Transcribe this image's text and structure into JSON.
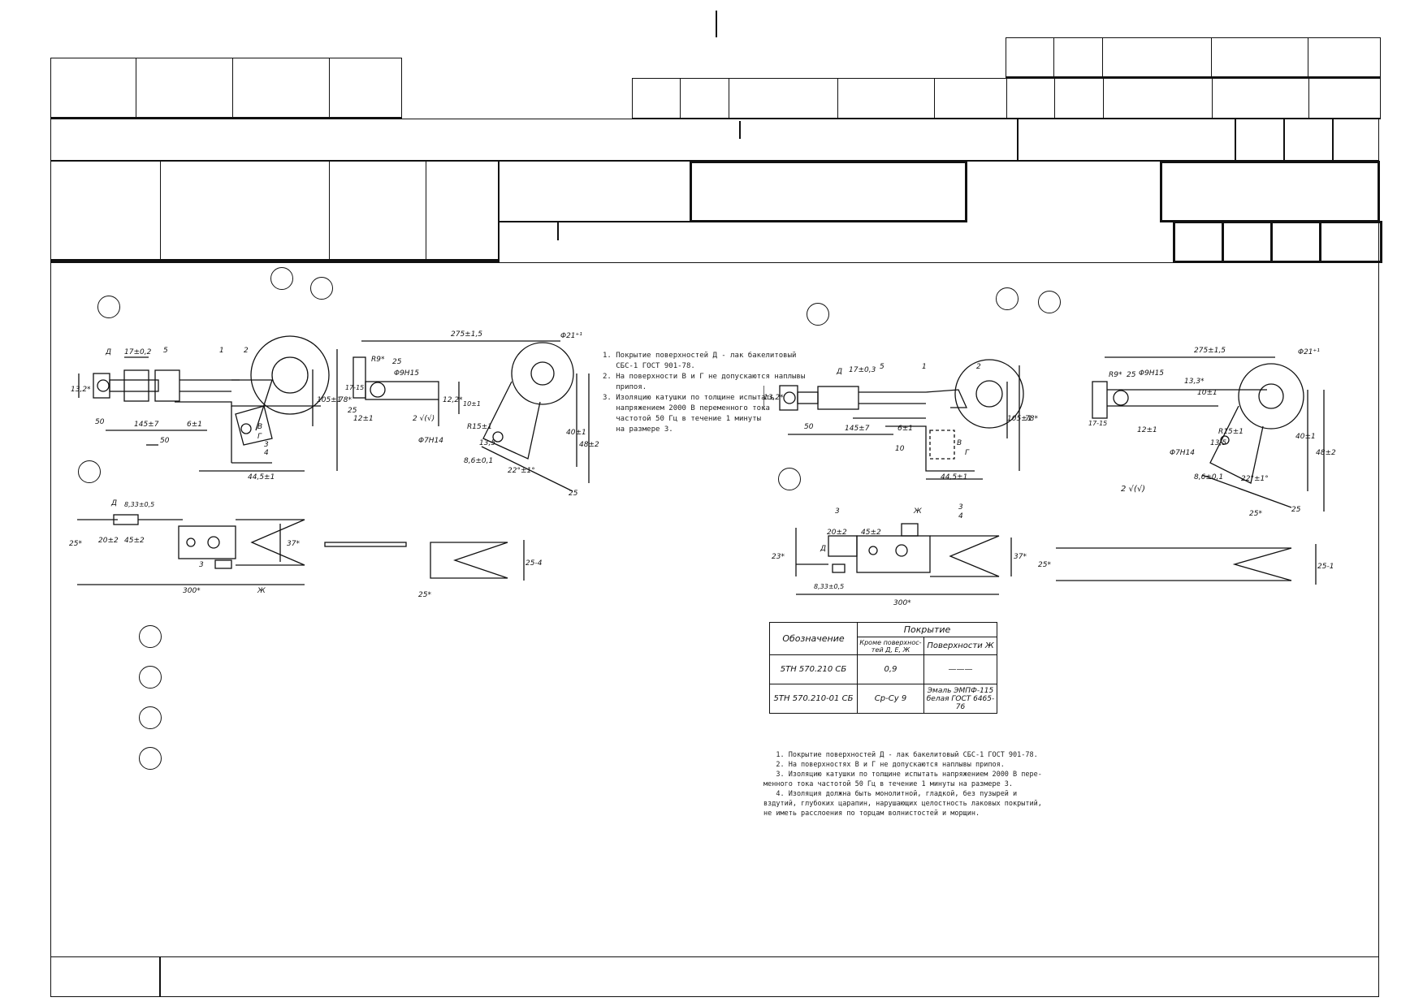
{
  "left_drawing": {
    "dims": {
      "d_label": "Д",
      "d_17": "17±0,2",
      "pos_5": "5",
      "pos_1": "1",
      "pos_2": "2",
      "d_13_2": "13,2*",
      "d_50": "50",
      "d_145": "145±7",
      "d_6": "6±1",
      "d_50b": "50",
      "d_445": "44,5±1",
      "d_105": "105±1",
      "d_78": "78*",
      "d_v": "В",
      "d_g": "Г",
      "d_3": "3",
      "d_4": "4",
      "d_275": "275±1,5",
      "d_r9": "R9*",
      "d_25a": "25",
      "d_phi9": "Φ9Н15",
      "d_17_15": "17-15",
      "d_12_2": "12,2*",
      "d_25b": "25",
      "d_12": "12±1",
      "d_rough": "2 √(√)",
      "d_phi21": "Φ21⁺¹",
      "d_10": "10±1",
      "d_r15": "R15±1",
      "d_13_5": "13,5",
      "d_phi7": "Φ7Н14",
      "d_8_6": "8,6±0,1",
      "d_22": "22°±1°",
      "d_40": "40±1",
      "d_48": "48±2",
      "d_25c": "25",
      "d_25_bot": "25*",
      "d_20": "20±2",
      "d_45": "45±2",
      "d_833": "8,33±0,5",
      "d_d2": "Д",
      "d_37": "37*",
      "d_3b": "3",
      "d_300": "300*",
      "d_zh": "Ж",
      "d_25_4": "25-4",
      "d_25_star": "25*"
    },
    "notes": [
      "1. Покрытие поверхностей Д - лак бакелитовый",
      "   СБС-1 ГОСТ 901-78.",
      "2. На поверхности В и Г не допускаются наплывы",
      "   припоя.",
      "3. Изоляцию катушки по толщине испытать",
      "   напряжением 2000 В переменного тока",
      "   частотой 50 Гц в течение 1 минуты",
      "   на размере 3."
    ]
  },
  "right_drawing": {
    "dims": {
      "d_label": "Д",
      "d_17": "17±0,3",
      "pos_5": "5",
      "pos_1": "1",
      "pos_2": "2",
      "d_13_2": "13,2*",
      "d_50": "50",
      "d_145": "145±7",
      "d_6": "6±1",
      "d_10": "10",
      "d_445": "44,5±1",
      "d_105": "105±1",
      "d_78": "78*",
      "d_v": "В",
      "d_g": "Г",
      "d_275": "275±1,5",
      "d_r9": "R9*",
      "d_25a": "25",
      "d_phi9": "Φ9Н15",
      "d_17_15": "17-15",
      "d_13_3": "13,3*",
      "d_10_1": "10±1",
      "d_12": "12±1",
      "d_phi21": "Φ21⁺¹",
      "d_r15": "R15±1",
      "d_13_5": "13,5",
      "d_phi7": "Φ7Н14",
      "d_8_6": "8,6±0,1",
      "d_22": "22°±1°",
      "d_40": "40±1",
      "d_48": "48±2",
      "d_25c": "25",
      "d_rough": "2 √(√)",
      "d_3": "3",
      "d_zh": "Ж",
      "d_3b": "3",
      "d_4": "4",
      "d_20": "20±2",
      "d_45": "45±2",
      "d_23": "23*",
      "d_d2": "Д",
      "d_37": "37*",
      "d_833": "8,33±0,5",
      "d_300": "300*",
      "d_25b": "25*",
      "d_25_1": "25-1",
      "d_25_star": "25*"
    },
    "coverage_table": {
      "h_designation": "Обозначение",
      "h_coating": "Покрытие",
      "h_except": "Кроме поверхнос-тей Д, Е, Ж",
      "h_surface": "Поверхности Ж",
      "rows": [
        {
          "designation": "5ТН 570.210 СБ",
          "except": "0,9",
          "surface": "———"
        },
        {
          "designation": "5ТН 570.210-01 СБ",
          "except": "Ср-Су 9",
          "surface": "Эмаль ЭМПФ-115 белая ГОСТ 6465-76"
        }
      ]
    },
    "notes": [
      "   1. Покрытие поверхностей Д - лак бакелитовый СБС-1 ГОСТ 901-78.",
      "   2. На поверхностях В и Г не допускаются наплывы припоя.",
      "   3. Изоляцию катушки по толщине испытать напряжением 2000 В пере-",
      "менного тока частотой 50 Гц в течение 1 минуты на размере 3.",
      "   4. Изоляция должна быть монолитной, гладкой, без пузырей и",
      "вздутий, глубоких царапин, нарушающих целостность лаковых покрытий,",
      "не иметь расслоения по торцам волнистостей и морщин."
    ]
  }
}
